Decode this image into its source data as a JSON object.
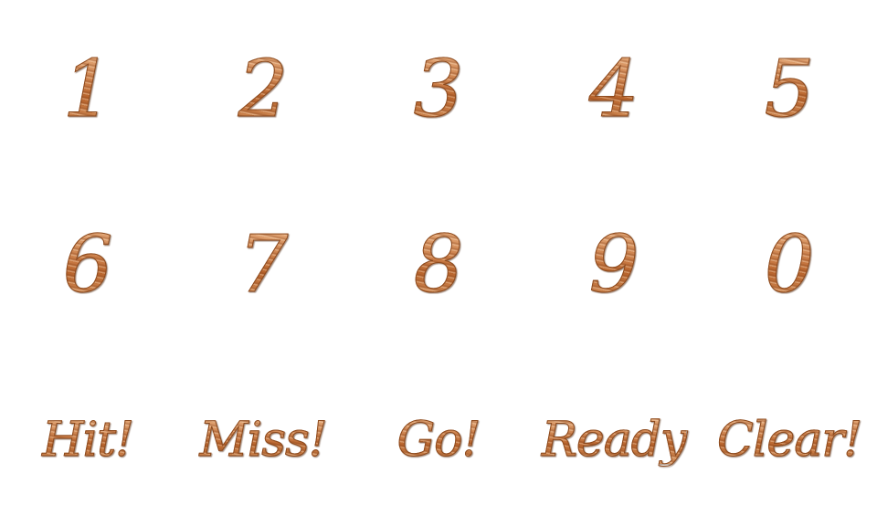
{
  "sprite_sheet": {
    "digits_row_1": [
      "1",
      "2",
      "3",
      "4",
      "5"
    ],
    "digits_row_2": [
      "6",
      "7",
      "8",
      "9",
      "0"
    ],
    "words": [
      "Hit!",
      "Miss!",
      "Go!",
      "Ready",
      "Clear!"
    ],
    "colors": {
      "wood_light": "#e7ae7f",
      "wood_mid": "#c87a44",
      "wood_dark": "#8c4a1e",
      "background": "#ffffff"
    }
  }
}
